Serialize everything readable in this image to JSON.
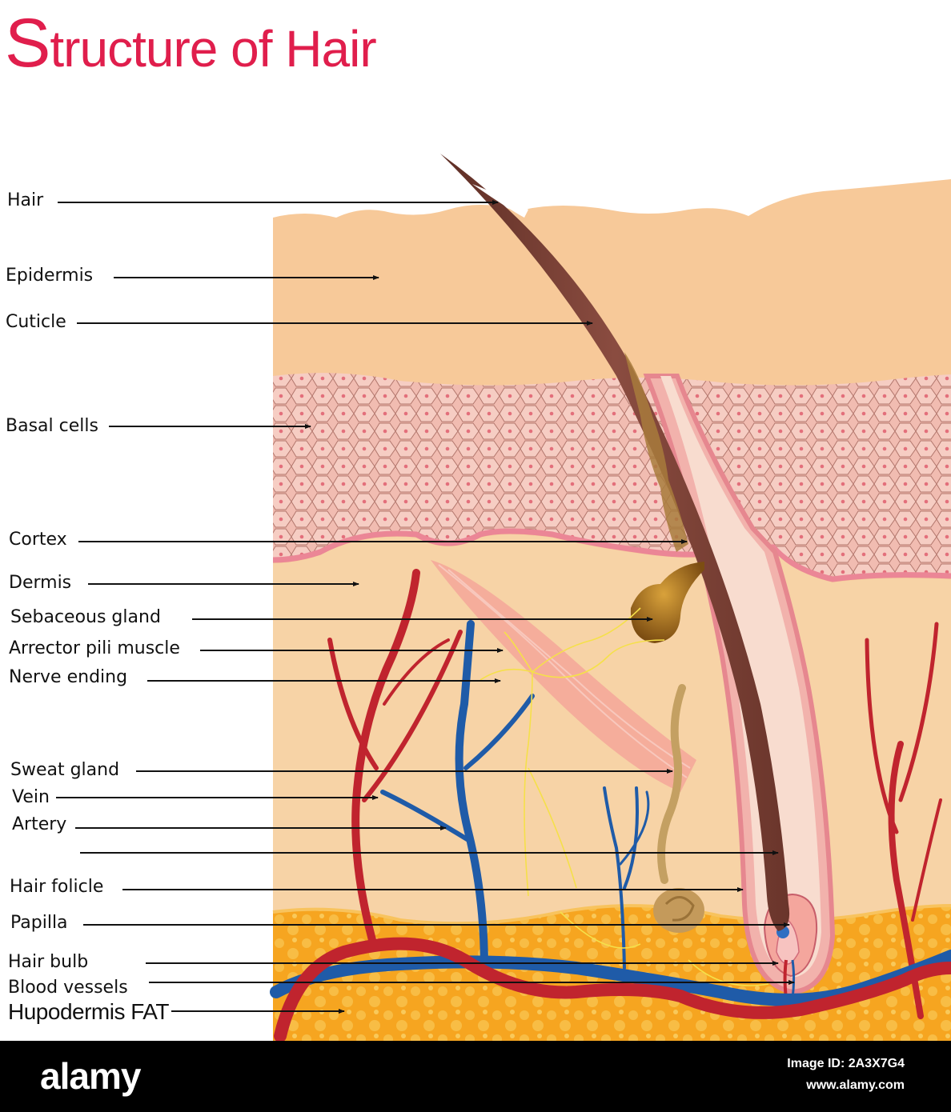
{
  "title": {
    "first_letter": "S",
    "rest": "tructure of Hair"
  },
  "labels": [
    "Hair",
    "Epidermis",
    "Cuticle",
    "Basal cells",
    "Cortex",
    "Dermis",
    "Sebaceous gland",
    "Arrector pili muscle",
    "Nerve ending",
    "Sweat gland",
    "Vein",
    "Artery",
    "Hair folicle",
    "Papilla",
    "Hair bulb",
    "Blood vessels",
    "Hupodermis FAT"
  ],
  "footer": {
    "brand": "alamy",
    "image_id": "Image ID: 2A3X7G4",
    "site": "www.alamy.com"
  },
  "colors": {
    "title": "#e01e4c",
    "epidermis": "#f7c999",
    "basal_cells": "#f1bbb0",
    "dermis": "#f7d3a6",
    "fat": "#f6a71e",
    "hair_shaft": "#7b4338",
    "artery": "#c0242e",
    "vein": "#1f5ba8",
    "nerve": "#f5e04a",
    "muscle": "#f4a99a",
    "sebaceous_gland": "#a8731b",
    "sweat_gland": "#c4a062"
  }
}
